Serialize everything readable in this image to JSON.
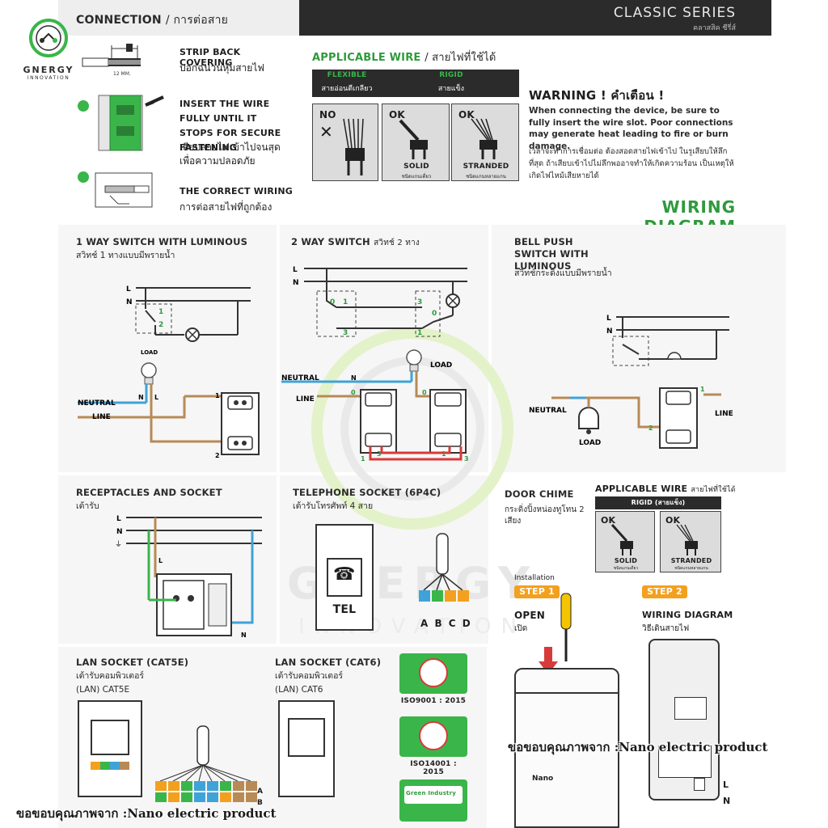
{
  "brand": {
    "name": "GNERGY",
    "tagline": "INNOVATION",
    "color": "#3ab54a"
  },
  "header": {
    "connection_en": "CONNECTION",
    "connection_th": "/ การต่อสาย",
    "series_en": "CLASSIC SERIES",
    "series_th": "คลาสสิค ซีรี่ส์"
  },
  "steps": [
    {
      "en": "STRIP BACK COVERING",
      "th": "ปอกฉนวนหุ้มสายไฟ",
      "dim_label": "12 MM."
    },
    {
      "en": "INSERT THE WIRE FULLY UNTIL IT STOPS FOR SECURE FASTENING",
      "th": "เสียบสายไฟเข้าไปจนสุดเพื่อความปลอดภัย"
    },
    {
      "en": "THE CORRECT WIRING",
      "th": "การต่อสายไฟที่ถูกต้อง"
    }
  ],
  "applicable_wire": {
    "title_en": "APPLICABLE WIRE",
    "title_th": "/ สายไฟที่ใช้ได้",
    "flexible_en": "FLEXIBLE",
    "flexible_th": "สายอ่อนตีเกลียว",
    "rigid_en": "RIGID",
    "rigid_th": "สายแข็ง",
    "no_label": "NO",
    "ok_label": "OK",
    "solid": "SOLID",
    "solid_th": "ชนิดแกนเดี่ยว",
    "stranded": "STRANDED",
    "stranded_th": "ชนิดแกนหลายแกน"
  },
  "warning": {
    "title": "WARNING ! คำเตือน !",
    "body_en": "When connecting the device, be sure to fully insert the wire slot. Poor connections may generate heat leading to fire or burn damage.",
    "body_th": "เวลาจะทำการเชื่อมต่อ ต้องสอดสายไฟเข้าไป ในรูเสียบให้ลึกที่สุด ถ้าเสียบเข้าไปไม่ลึกพออาจทำให้เกิดความร้อน เป็นเหตุให้เกิดไฟไหม้เสียหายได้"
  },
  "wiring_title": "WIRING DIAGRAM",
  "diagrams": {
    "one_way": {
      "title": "1 WAY SWITCH WITH LUMINOUS",
      "sub": "สวิทช์ 1 ทางแบบมีพรายน้ำ",
      "l": "L",
      "n": "N",
      "load": "LOAD",
      "neutral": "NEUTRAL",
      "line": "LINE",
      "t1": "1",
      "t2": "2"
    },
    "two_way": {
      "title": "2 WAY SWITCH",
      "sub": "สวิทช์ 2 ทาง",
      "l": "L",
      "n": "N",
      "load": "LOAD",
      "neutral": "NEUTRAL",
      "line": "LINE",
      "t0": "0",
      "t1": "1",
      "t3": "3"
    },
    "bell": {
      "title": "BELL PUSH SWITCH WITH LUMINOUS",
      "sub": "สวิทช์กระดิ่งแบบมีพรายน้ำ",
      "l": "L",
      "n": "N",
      "neutral": "NEUTRAL",
      "line": "LINE",
      "load": "LOAD",
      "t1": "1",
      "t2": "2"
    },
    "receptacle": {
      "title": "RECEPTACLES AND SOCKET",
      "sub": "เต้ารับ",
      "l": "L",
      "n": "N"
    },
    "telephone": {
      "title": "TELEPHONE SOCKET (6P4C)",
      "sub": "เต้ารับโทรศัพท์ 4 สาย",
      "tel": "TEL",
      "abcd": "A B C D"
    },
    "door_chime": {
      "title": "DOOR CHIME",
      "sub": "กระดิ่งปิ้งหน่องทูโทน 2 เสียง",
      "wire_title": "APPLICABLE WIRE",
      "wire_th": "สายไฟที่ใช้ได้",
      "rigid": "RIGID (สายแข็ง)",
      "installation": "Installation",
      "step1": "STEP 1",
      "step2": "STEP 2",
      "open_en": "OPEN",
      "open_th": "เปิด",
      "wd_en": "WIRING DIAGRAM",
      "wd_th": "วิธีเดินสายไฟ",
      "l": "L",
      "n": "N",
      "device_brand": "Nano"
    },
    "lan5": {
      "title": "LAN SOCKET (CAT5E)",
      "sub1": "เต้ารับคอมพิวเตอร์",
      "sub2": "(LAN) CAT5E"
    },
    "lan6": {
      "title": "LAN SOCKET (CAT6)",
      "sub1": "เต้ารับคอมพิวเตอร์",
      "sub2": "(LAN) CAT6",
      "a": "A",
      "b": "B"
    }
  },
  "certs": [
    "ISO9001 : 2015",
    "ISO14001 : 2015",
    "Green Industry"
  ],
  "watermark": {
    "big": "GNERGY",
    "small": "INNOVATION"
  },
  "credit": "ขอขอบคุณภาพจาก :Nano electric product",
  "colors": {
    "neutral_wire": "#3fa3d8",
    "line_wire": "#b88a55",
    "cross_wire": "#d83a3a",
    "earth_wire": "#3ab54a",
    "accent_orange": "#f3a01f",
    "header_dark": "#2b2b2b"
  }
}
